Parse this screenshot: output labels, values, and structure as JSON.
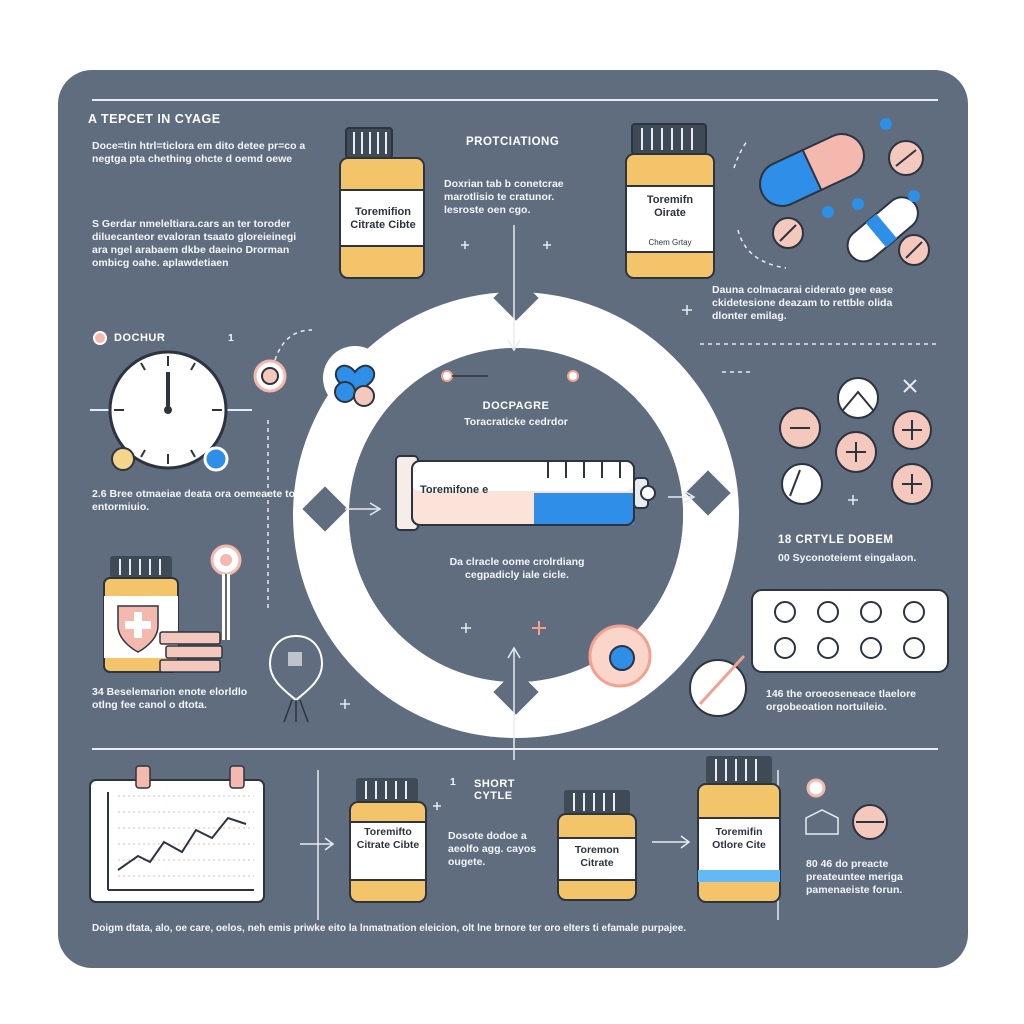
{
  "title": "A TEPCET IN CYAGE",
  "intro_text": "Doce=tin htrl=ticlora em dito detee pr=co a negtga pta chething ohcte d oemd oewe",
  "intro_text_2": "S Gerdar nmeleltiara.cars an ter toroder diluecanteor evaloran tsaato gloreieinegi ara ngel arabaem dkbe daeino Drorman ombicg oahe. aplawdetiaen",
  "protocol_heading": "PROTCIATIONG",
  "protocol_text": "Doxrian tab b conetcrae marotlisio te cratunor. lesroste oen cgo.",
  "bottle_top_label": "Toremifn Oirate",
  "bottle_top_sublabel": "Chem Grtay",
  "bottle_top_left_label": "Toremifion Citrate Cibte",
  "pill_note": "Dauna colmacarai ciderato gee ease ckidetesione deazam to rettble olida dlonter emilag.",
  "dosing_heading": "DOCHUR",
  "dosing_num": "1",
  "dose_2_text": "2.6 Bree otmaeiae deata ora oemeaete to entormiuio.",
  "dose_34_text": "34 Beselemarion enote elorldlo otlng fee canol o dtota.",
  "center_heading": "DOCPAGRE",
  "center_sub": "Toracraticke cedrdor",
  "syringe_label": "Toremifone e",
  "center_text": "Da clracle oome crolrdiang cegpadicly iale cicle.",
  "cycle_heading": "18 CRTYLE DOBEM",
  "cycle_sub": "00 Syconoteiemt eingalaon.",
  "note_146": "146 the oroeoseneace tlaelore orgobeoation nortuileio.",
  "short_cycle_num": "1",
  "short_cycle_heading": "SHORT CYTLE",
  "short_cycle_text": "Dosote dodoe a aeolfo agg. cayos ougete.",
  "bottle_b1_label": "Toremifto Citrate Cibte",
  "bottle_b2_label": "Toremon Citrate",
  "bottle_b3_label": "Toremifin Otlore Cite",
  "note_bottom_right": "80 46 do preacte preateuntee meriga pamenaeiste forun.",
  "footer_text": "Doigm dtata, alo, oe care, oelos, neh emis priwke eito la lnmatnation eleicion, olt lne brnore ter oro elters ti efamale purpajee.",
  "colors": {
    "panel": "#5f6d7e",
    "bottle": "#f4c46a",
    "cap": "#3f4a57",
    "blue": "#2f8fe8",
    "pink": "#f4b8ae"
  }
}
